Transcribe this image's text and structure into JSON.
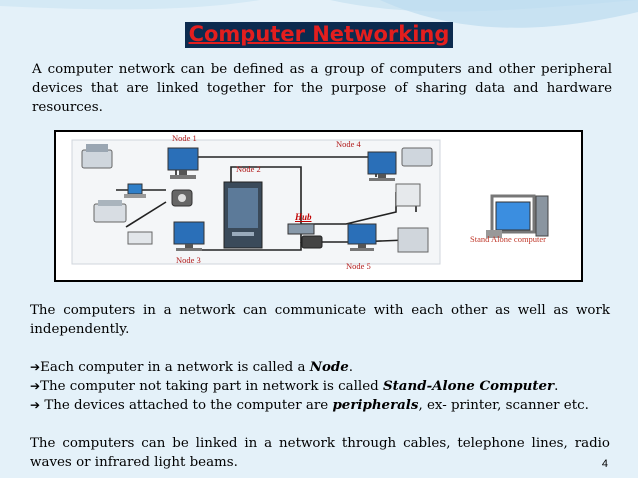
{
  "title": "Computer Networking",
  "intro": "A computer network can be defined as a group of computers and other peripheral devices that are linked together for the purpose of sharing data and hardware resources.",
  "figure": {
    "labels": {
      "node1": "Node 1",
      "node2": "Node 2",
      "node3": "Node 3",
      "node4": "Node 4",
      "node5": "Node 5",
      "hub": "Hub",
      "standalone": "Stand Alone computer"
    }
  },
  "body": {
    "para1": "The computers in a  network can communicate with each other as well as work independently.",
    "bullets": [
      {
        "arrow": "➔",
        "pre": "Each computer in a network is called a ",
        "em": "Node",
        "post": "."
      },
      {
        "arrow": "➔",
        "pre": "The computer not taking part in network is called ",
        "em": "Stand-Alone Computer",
        "post": "."
      },
      {
        "arrow": "➔",
        "pre": " The devices attached to the computer are ",
        "em": "peripherals",
        "post": ", ex- printer, scanner etc."
      }
    ],
    "para2": "The computers can be linked in a network through cables, telephone lines, radio waves or infrared light beams."
  },
  "page_number": "4",
  "colors": {
    "title": "#e31e1e",
    "title_bg": "#0c2b4f",
    "label": "#b01818",
    "background": "#e4f1f9"
  }
}
